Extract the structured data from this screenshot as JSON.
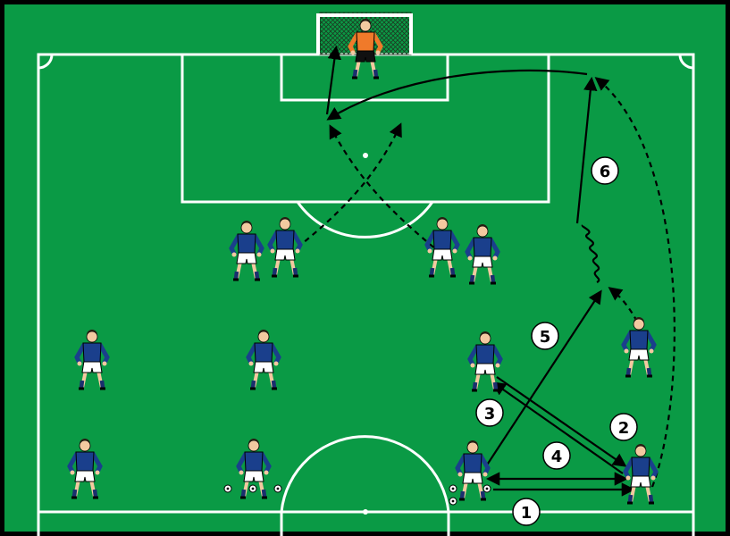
{
  "diagram": {
    "colors": {
      "pitch": "#0a9a45",
      "lines": "#ffffff",
      "border": "#000000",
      "player_shirt": "#1a3f8c",
      "player_shorts": "#ffffff",
      "keeper_shirt": "#f07a2a",
      "keeper_shorts": "#111111",
      "arrow": "#000000"
    },
    "step_labels": [
      "1",
      "2",
      "3",
      "4",
      "5",
      "6"
    ],
    "icons": {
      "player": "player-icon",
      "goalkeeper": "goalkeeper-icon",
      "ball": "ball-icon"
    }
  }
}
